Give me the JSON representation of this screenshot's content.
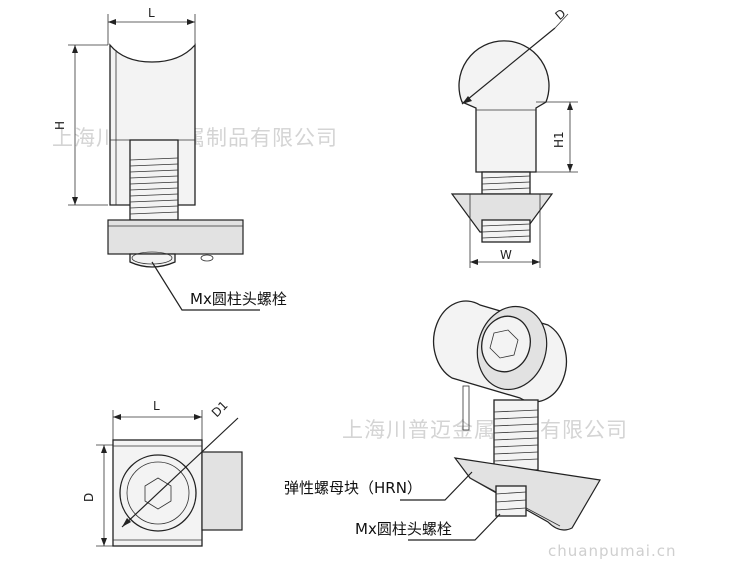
{
  "dimensions": {
    "top_left_width": "L",
    "top_left_height": "H",
    "top_right_diameter": "D",
    "top_right_height": "H1",
    "top_right_width": "W",
    "bottom_left_width": "L",
    "bottom_left_height": "D",
    "bottom_left_diameter": "D1"
  },
  "callouts": {
    "screw_top": "Mx圆柱头螺栓",
    "spring_nut": "弹性螺母块（HRN）",
    "screw_bottom": "Mx圆柱头螺栓"
  },
  "watermarks": {
    "company_top": "上海川普迈金属制品有限公司",
    "company_bottom": "上海川普迈金属制品有限公司",
    "site": "chuanpumai.cn"
  },
  "colors": {
    "line": "#222222",
    "watermark": "#d4d4d4"
  }
}
